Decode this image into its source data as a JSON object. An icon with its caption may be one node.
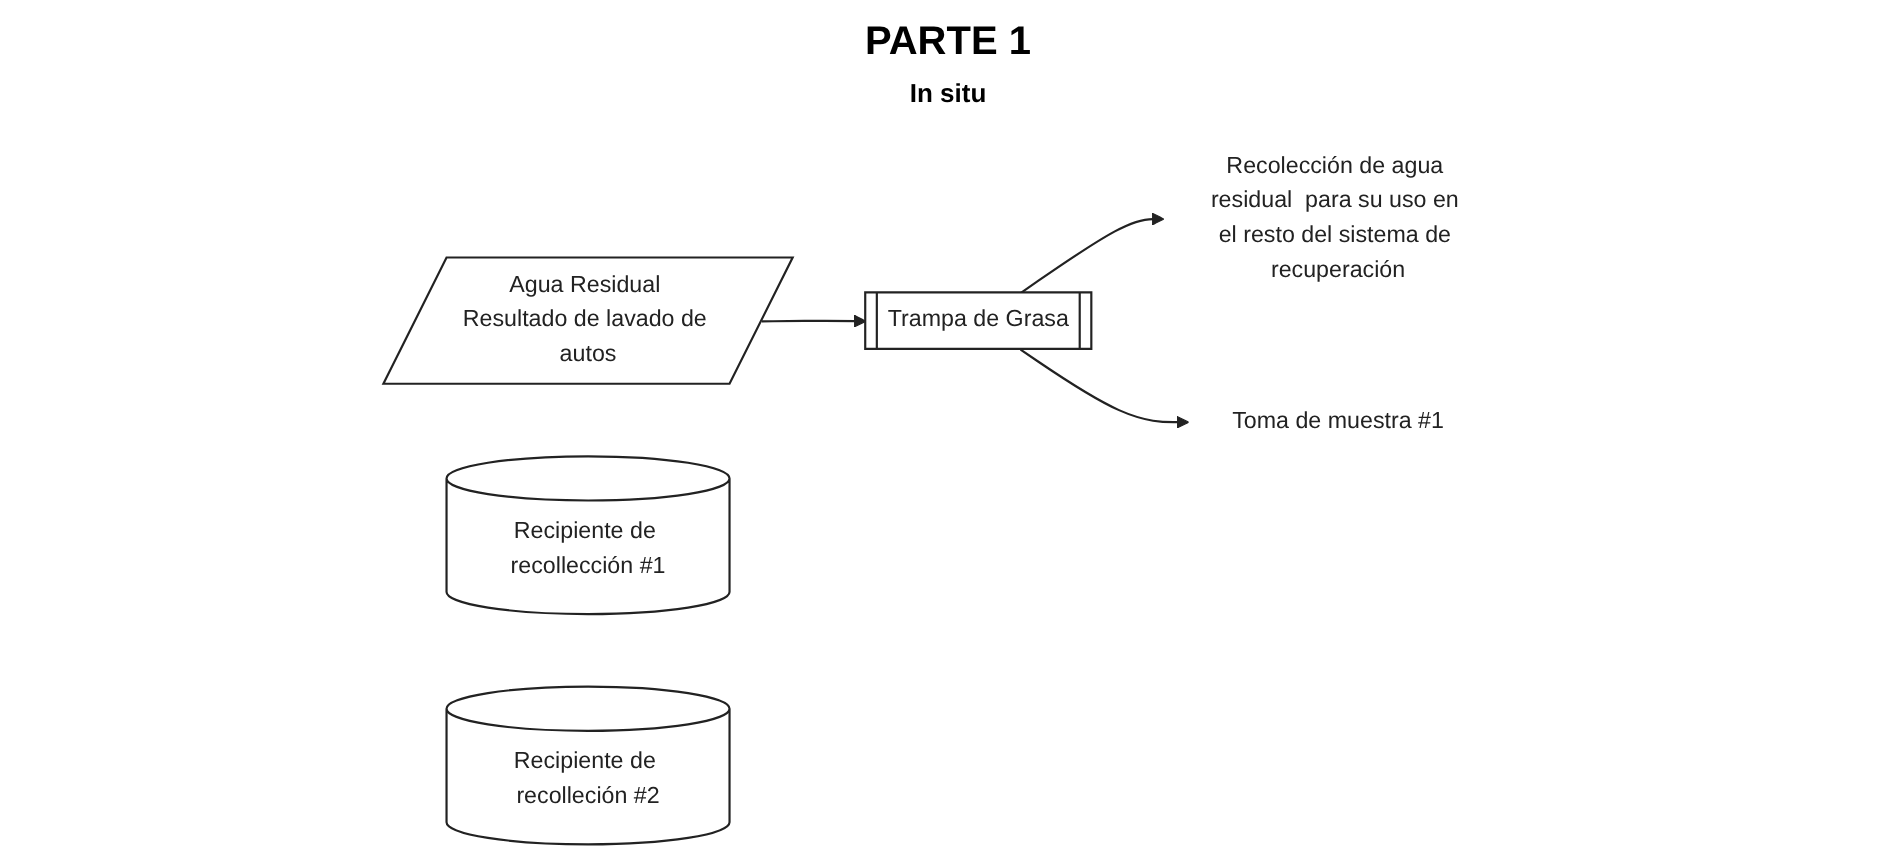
{
  "diagram": {
    "title": "PARTE 1",
    "nodes": [
      {
        "text": [
          "Agua Residual Resultado de lavado de autos"
        ]
      },
      {
        "text": [
          "Trampa de Grasa"
        ]
      },
      {
        "text": [
          "Recolección de agua residual  para su uso en el resto del sistema de recuperación"
        ]
      },
      {
        "text": [
          "Toma de muestra #1"
        ]
      },
      {
        "text": [
          "Recipiente de recollección #1"
        ]
      },
      {
        "text": [
          "Recipiente de recolleción #2"
        ]
      }
    ],
    "edges": [
      {
        "from": 0,
        "to": 1,
        "arrow": "to"
      },
      {
        "from": 1,
        "to": 2,
        "arrow": "to"
      },
      {
        "from": 1,
        "to": 3,
        "arrow": "to"
      }
    ],
    "labels": [
      "In situ"
    ]
  }
}
